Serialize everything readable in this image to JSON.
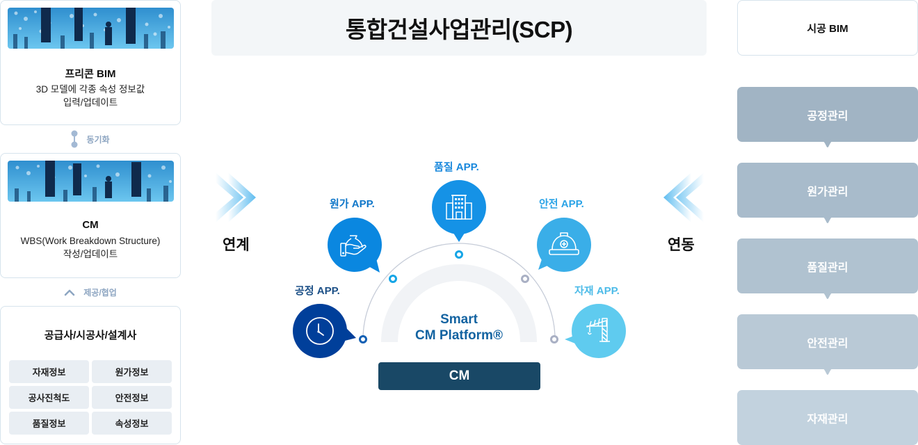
{
  "left_panel": {
    "cards": [
      {
        "title": "프리콘 BIM",
        "description_lines": [
          "3D 모델에 각종 속성 정보값",
          "입력/업데이트"
        ]
      },
      {
        "title": "CM",
        "description_lines": [
          "WBS(Work Breakdown Structure)",
          "작성/업데이트"
        ]
      }
    ],
    "connectors": [
      {
        "label": "동기화",
        "icon": "sync-dots-icon"
      },
      {
        "label": "제공/협업",
        "icon": "chevron-up-icon"
      }
    ],
    "partners": {
      "title": "공급사/시공사/설계사",
      "items": [
        "자재정보",
        "원가정보",
        "공사진척도",
        "안전정보",
        "품질정보",
        "속성정보"
      ]
    }
  },
  "header": {
    "title": "통합건설사업관리(SCP)"
  },
  "flow_labels": {
    "left": "연계",
    "right": "연동"
  },
  "platform": {
    "name_line1": "Smart",
    "name_line2": "CM Platform®",
    "base_label": "CM",
    "apps": [
      {
        "label": "공정 APP.",
        "icon": "clock-icon",
        "color": "#003f9a",
        "label_color": "#1b4f86"
      },
      {
        "label": "원가 APP.",
        "icon": "money-bag-hand-icon",
        "color": "#0a87e0",
        "label_color": "#1077c9"
      },
      {
        "label": "품질 APP.",
        "icon": "building-icon",
        "color": "#1592e6",
        "label_color": "#1787dc"
      },
      {
        "label": "안전 APP.",
        "icon": "safety-helmet-icon",
        "color": "#3aaee8",
        "label_color": "#2aa3e6"
      },
      {
        "label": "자재 APP.",
        "icon": "tower-crane-icon",
        "color": "#5fcbef",
        "label_color": "#4cbbe8"
      }
    ]
  },
  "right_panel": {
    "bim_title": "시공 BIM",
    "management": [
      {
        "label": "공정관리",
        "color": "#a1b4c4"
      },
      {
        "label": "원가관리",
        "color": "#a8bbcb"
      },
      {
        "label": "품질관리",
        "color": "#b0c2d0"
      },
      {
        "label": "안전관리",
        "color": "#b9c9d6"
      },
      {
        "label": "자재관리",
        "color": "#c2d2de"
      }
    ]
  }
}
